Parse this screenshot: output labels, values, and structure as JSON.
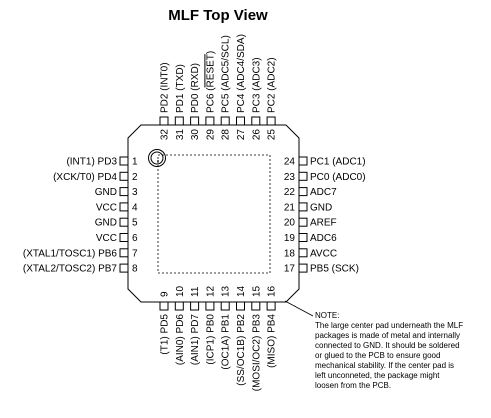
{
  "title": "MLF Top View",
  "pins": [
    {
      "num": "1",
      "label": "(INT1) PD3"
    },
    {
      "num": "2",
      "label": "(XCK/T0) PD4"
    },
    {
      "num": "3",
      "label": "GND"
    },
    {
      "num": "4",
      "label": "VCC"
    },
    {
      "num": "5",
      "label": "GND"
    },
    {
      "num": "6",
      "label": "VCC"
    },
    {
      "num": "7",
      "label": "(XTAL1/TOSC1) PB6"
    },
    {
      "num": "8",
      "label": "(XTAL2/TOSC2) PB7"
    },
    {
      "num": "9",
      "label": "(T1) PD5"
    },
    {
      "num": "10",
      "label": "(AIN0) PD6"
    },
    {
      "num": "11",
      "label": "(AIN1) PD7"
    },
    {
      "num": "12",
      "label": "(ICP1) PB0"
    },
    {
      "num": "13",
      "label": "(OC1A) PB1"
    },
    {
      "num": "14",
      "label": "(SS/OC1B) PB2"
    },
    {
      "num": "15",
      "label": "(MOSI/OC2) PB3"
    },
    {
      "num": "16",
      "label": "(MISO) PB4"
    },
    {
      "num": "17",
      "label": "PB5 (SCK)"
    },
    {
      "num": "18",
      "label": "AVCC"
    },
    {
      "num": "19",
      "label": "ADC6"
    },
    {
      "num": "20",
      "label": "AREF"
    },
    {
      "num": "21",
      "label": "GND"
    },
    {
      "num": "22",
      "label": "ADC7"
    },
    {
      "num": "23",
      "label": "PC0 (ADC0)"
    },
    {
      "num": "24",
      "label": "PC1 (ADC1)"
    },
    {
      "num": "25",
      "label": "PC2 (ADC2)"
    },
    {
      "num": "26",
      "label": "PC3 (ADC3)"
    },
    {
      "num": "27",
      "label": "PC4 (ADC4/SDA)"
    },
    {
      "num": "28",
      "label": "PC5 (ADC5/SCL)"
    },
    {
      "num": "29",
      "label": "PC6 (RESET)",
      "overline": "RESET"
    },
    {
      "num": "30",
      "label": "PD0 (RXD)"
    },
    {
      "num": "31",
      "label": "PD1 (TXD)"
    },
    {
      "num": "32",
      "label": "PD2 (INT0)"
    }
  ],
  "note": {
    "heading": "NOTE:",
    "lines": [
      "The large center pad underneath the MLF",
      "packages is made of metal and internally",
      "connected to GND. It should be soldered",
      "or glued to the PCB to ensure good",
      "mechanical stability. If the center pad is",
      "left unconneted, the package might",
      "loosen from the PCB."
    ]
  }
}
